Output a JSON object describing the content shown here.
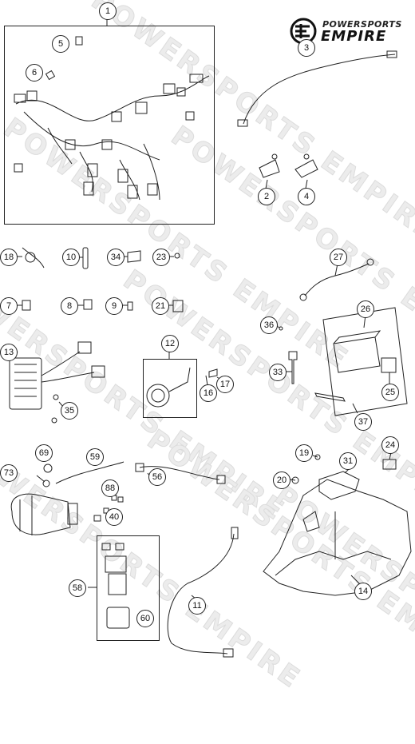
{
  "brand": {
    "line1": "POWERSPORTS",
    "line2": "EMPIRE"
  },
  "watermark": "POWERSPORTS EMPIRE",
  "callouts": [
    "1",
    "2",
    "3",
    "4",
    "5",
    "6",
    "7",
    "8",
    "9",
    "10",
    "11",
    "12",
    "13",
    "14",
    "16",
    "17",
    "18",
    "19",
    "20",
    "21",
    "23",
    "24",
    "25",
    "26",
    "27",
    "33",
    "34",
    "35",
    "36",
    "37",
    "40",
    "56",
    "58",
    "59",
    "60",
    "69",
    "73",
    "88"
  ]
}
